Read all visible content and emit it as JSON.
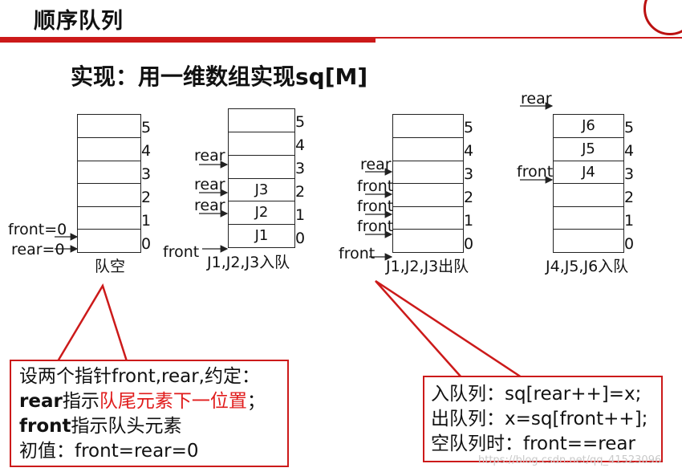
{
  "header": {
    "title": "顺序队列",
    "subtitle": "实现：用一维数组实现sq[M]"
  },
  "queues": [
    {
      "caption": "队空",
      "cells": [
        "",
        "",
        "",
        "",
        "",
        ""
      ],
      "indices": [
        "5",
        "4",
        "3",
        "2",
        "1",
        "0"
      ],
      "labels": {
        "front": "front=0",
        "rear": "rear=0"
      }
    },
    {
      "caption": "J1,J2,J3入队",
      "cells": [
        "",
        "",
        "",
        "J3",
        "J2",
        "J1"
      ],
      "indices": [
        "5",
        "4",
        "3",
        "2",
        "1",
        "0"
      ],
      "labels": {
        "rear": "rear",
        "rear2": "rear",
        "rear3": "rear",
        "front": "front"
      }
    },
    {
      "caption": "J1,J2,J3出队",
      "cells": [
        "",
        "",
        "",
        "",
        "",
        ""
      ],
      "indices": [
        "5",
        "4",
        "3",
        "2",
        "1",
        "0"
      ],
      "labels": {
        "rear": "rear",
        "front1": "front",
        "front2": "front",
        "front3": "front",
        "front4": "front"
      }
    },
    {
      "caption": "J4,J5,J6入队",
      "cells": [
        "J6",
        "J5",
        "J4",
        "",
        "",
        ""
      ],
      "indices": [
        "5",
        "4",
        "3",
        "2",
        "1",
        "0"
      ],
      "labels": {
        "rear": "rear",
        "front": "front"
      }
    }
  ],
  "note_left": {
    "line1": "设两个指针front,rear,约定：",
    "line2_bold": "rear",
    "line2_plain": "指示",
    "line2_red": "队尾元素下一位置",
    "line2_tail": "；",
    "line3_bold": "front",
    "line3_plain": "指示队头元素",
    "line4": "初值：front=rear=0"
  },
  "note_right": {
    "line1": "入队列：sq[rear++]=x;",
    "line2": "出队列：x=sq[front++];",
    "line3": "空队列时：front==rear"
  },
  "watermark": "https://blog.csdn.net/qq_41523096",
  "colors": {
    "accent": "#cc1a1a",
    "highlight": "#e01b1b"
  }
}
